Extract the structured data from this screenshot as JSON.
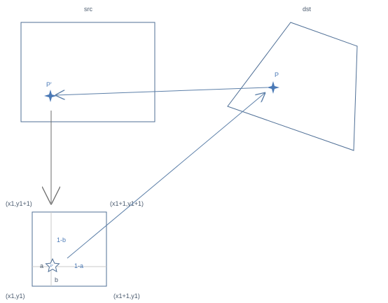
{
  "labels": {
    "src": "src",
    "dst": "dst",
    "p_prime": "P'",
    "p": "P",
    "corner_tl": "(x1,y1+1)",
    "corner_tr": "(x1+1,y1+1)",
    "corner_bl": "(x1,y1)",
    "corner_br": "(x1+1,y1)",
    "one_minus_b": "1-b",
    "one_minus_a": "1-a",
    "a": "a",
    "b": "b",
    "star_inner": "P'"
  },
  "colors": {
    "shape_stroke": "#4f6f96",
    "arrow_blue": "#5c7fa8",
    "arrow_gray": "#6b6b6b",
    "point": "#4a79b6",
    "text_dark": "#4a5a6e",
    "text_blue": "#4a79b6"
  },
  "icons": {
    "point_marker": "four-point-star-icon",
    "interp_marker": "five-point-star-icon"
  }
}
